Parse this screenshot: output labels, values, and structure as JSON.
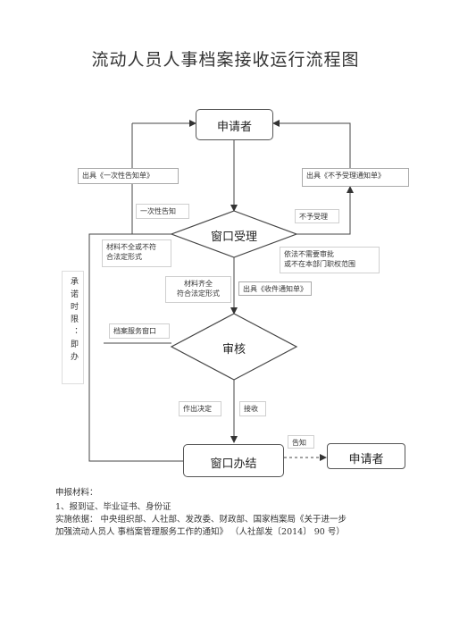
{
  "title": "流动人员人事档案接收运行流程图",
  "nodes": {
    "applicant_top": "申请者",
    "window_accept": "窗口受理",
    "review": "审核",
    "window_complete": "窗口办结",
    "applicant_right": "申请者"
  },
  "labels": {
    "one_time_notice": "出具《一次性告知单》",
    "not_accept_notice": "出具《不予受理通知单》",
    "one_time_inform": "一次性告知",
    "not_accept": "不予受理",
    "materials_incomplete": "材料不全或不符\n合法定形式",
    "legal_scope": "依法不需要审批\n或不在本部门职权范围",
    "materials_complete": "材料齐全\n符合法定形式",
    "receipt_notice": "出具《收件通知单》",
    "archive_window": "档案服务窗口",
    "decision": "作出决定",
    "receive": "接收",
    "inform": "告知",
    "promise_time": "承诺时限：即办"
  },
  "footer": {
    "materials_heading": "申报材料：",
    "materials_item": "1、报到证、毕业证书、身份证",
    "basis_line1": "实施依据：  中央组织部、人社部、发改委、财政部、国家档案局《关于进一步",
    "basis_line2": "加强流动人员人  事档案管理服务工作的通知》  （人社部发〔2014〕 90 号）"
  }
}
